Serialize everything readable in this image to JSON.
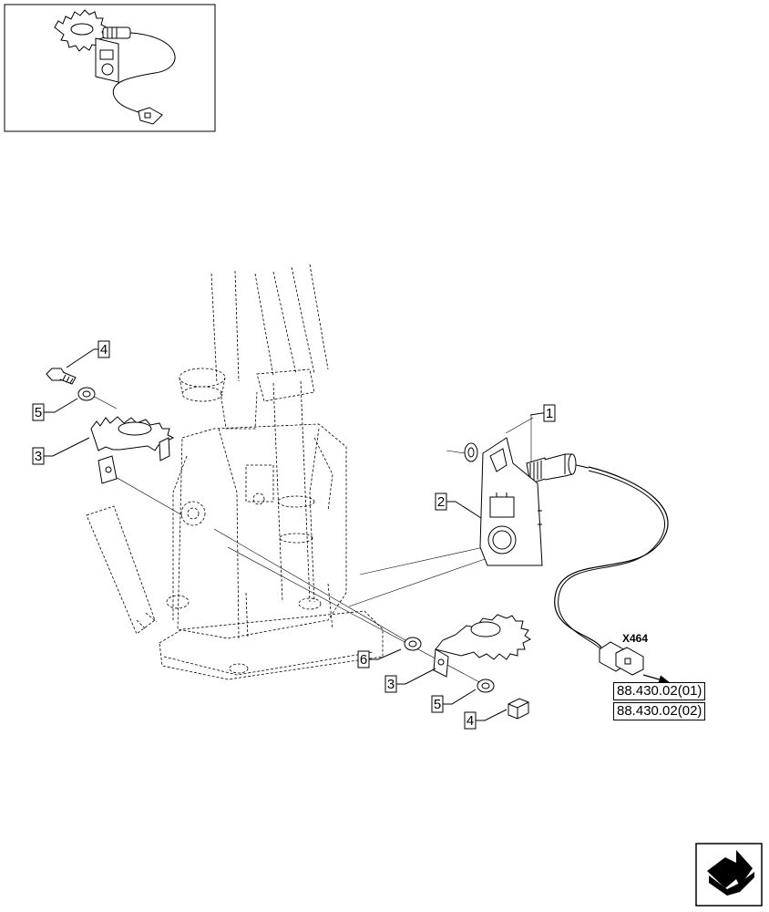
{
  "callouts": [
    {
      "id": "c1",
      "label": "1"
    },
    {
      "id": "c2",
      "label": "2"
    },
    {
      "id": "c3a",
      "label": "3"
    },
    {
      "id": "c3b",
      "label": "3"
    },
    {
      "id": "c4a",
      "label": "4"
    },
    {
      "id": "c4b",
      "label": "4"
    },
    {
      "id": "c5a",
      "label": "5"
    },
    {
      "id": "c5b",
      "label": "5"
    },
    {
      "id": "c6",
      "label": "6"
    }
  ],
  "connector_label": "X464",
  "references": [
    "88.430.02(01)",
    "88.430.02(02)"
  ],
  "nav_icon": "next-page-arrow-icon",
  "thumbnail_icon": "sensor-assembly-thumbnail"
}
